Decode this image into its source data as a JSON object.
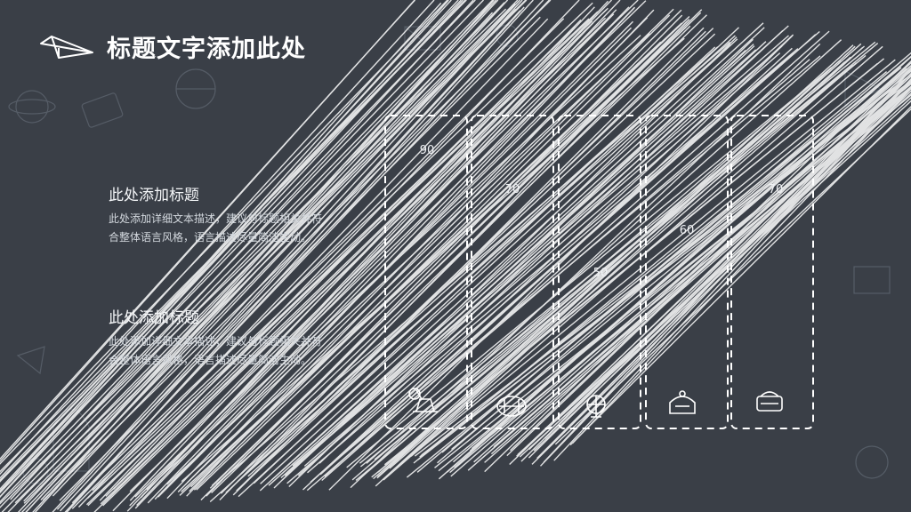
{
  "slide": {
    "title": "标题文字添加此处",
    "blocks": [
      {
        "heading": "此处添加标题",
        "body": "此处添加详细文本描述，建议与标题相关并符合整体语言风格，语言描述尽量简洁生动。"
      },
      {
        "heading": "此处添加标题",
        "body": "此处添加详细文本描述，建议与标题相关并符合整体语言风格，语言描述尽量简洁生动。"
      }
    ],
    "columns": [
      {
        "value": "90",
        "icon": "basketball-hoop-icon"
      },
      {
        "value": "70",
        "icon": "pencil-case-icon"
      },
      {
        "value": "50",
        "icon": "globe-icon"
      },
      {
        "value": "60",
        "icon": "backpack-icon"
      },
      {
        "value": "70",
        "icon": "books-icon"
      }
    ]
  },
  "colors": {
    "background": "#3a3f47",
    "scribble": "#ffffff",
    "text": "#ffffff"
  }
}
